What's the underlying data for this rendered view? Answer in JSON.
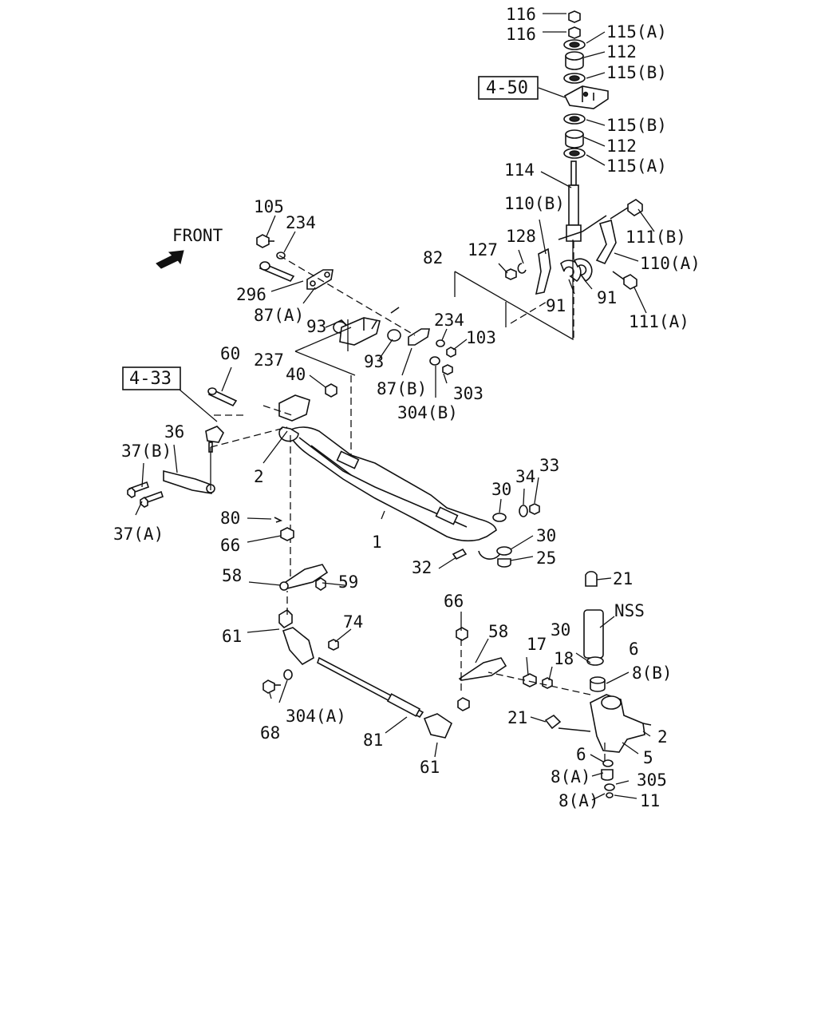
{
  "front_label": "FRONT",
  "refs": {
    "r450": "4-50",
    "r433": "4-33"
  },
  "labels": {
    "l116a": "116",
    "l116b": "116",
    "l115a_top": "115(A)",
    "l112_top": "112",
    "l115b_top": "115(B)",
    "l115b_bot": "115(B)",
    "l112_bot": "112",
    "l115a_bot": "115(A)",
    "l114": "114",
    "l110b": "110(B)",
    "l111b": "111(B)",
    "l128": "128",
    "l127": "127",
    "l110a": "110(A)",
    "l91a": "91",
    "l91b": "91",
    "l111a": "111(A)",
    "l105": "105",
    "l234a": "234",
    "l296": "296",
    "l87a": "87(A)",
    "l82": "82",
    "l93a": "93",
    "l93b": "93",
    "l237": "237",
    "l234b": "234",
    "l103": "103",
    "l87b": "87(B)",
    "l303": "303",
    "l304b": "304(B)",
    "l60": "60",
    "l40": "40",
    "l36": "36",
    "l37b": "37(B)",
    "l37a": "37(A)",
    "l2a": "2",
    "l30a": "30",
    "l34": "34",
    "l33": "33",
    "l1": "1",
    "l30b": "30",
    "l25": "25",
    "l32": "32",
    "l80": "80",
    "l66a": "66",
    "l58a": "58",
    "l59": "59",
    "l21a": "21",
    "lnss": "NSS",
    "l61a": "61",
    "l74": "74",
    "l66b": "66",
    "l58b": "58",
    "l30c": "30",
    "l6a": "6",
    "l17": "17",
    "l18": "18",
    "l8b": "8(B)",
    "l68": "68",
    "l304a": "304(A)",
    "l81": "81",
    "l21b": "21",
    "l2b": "2",
    "l5": "5",
    "l61b": "61",
    "l6b": "6",
    "l8a1": "8(A)",
    "l305": "305",
    "l8a2": "8(A)",
    "l11": "11"
  }
}
